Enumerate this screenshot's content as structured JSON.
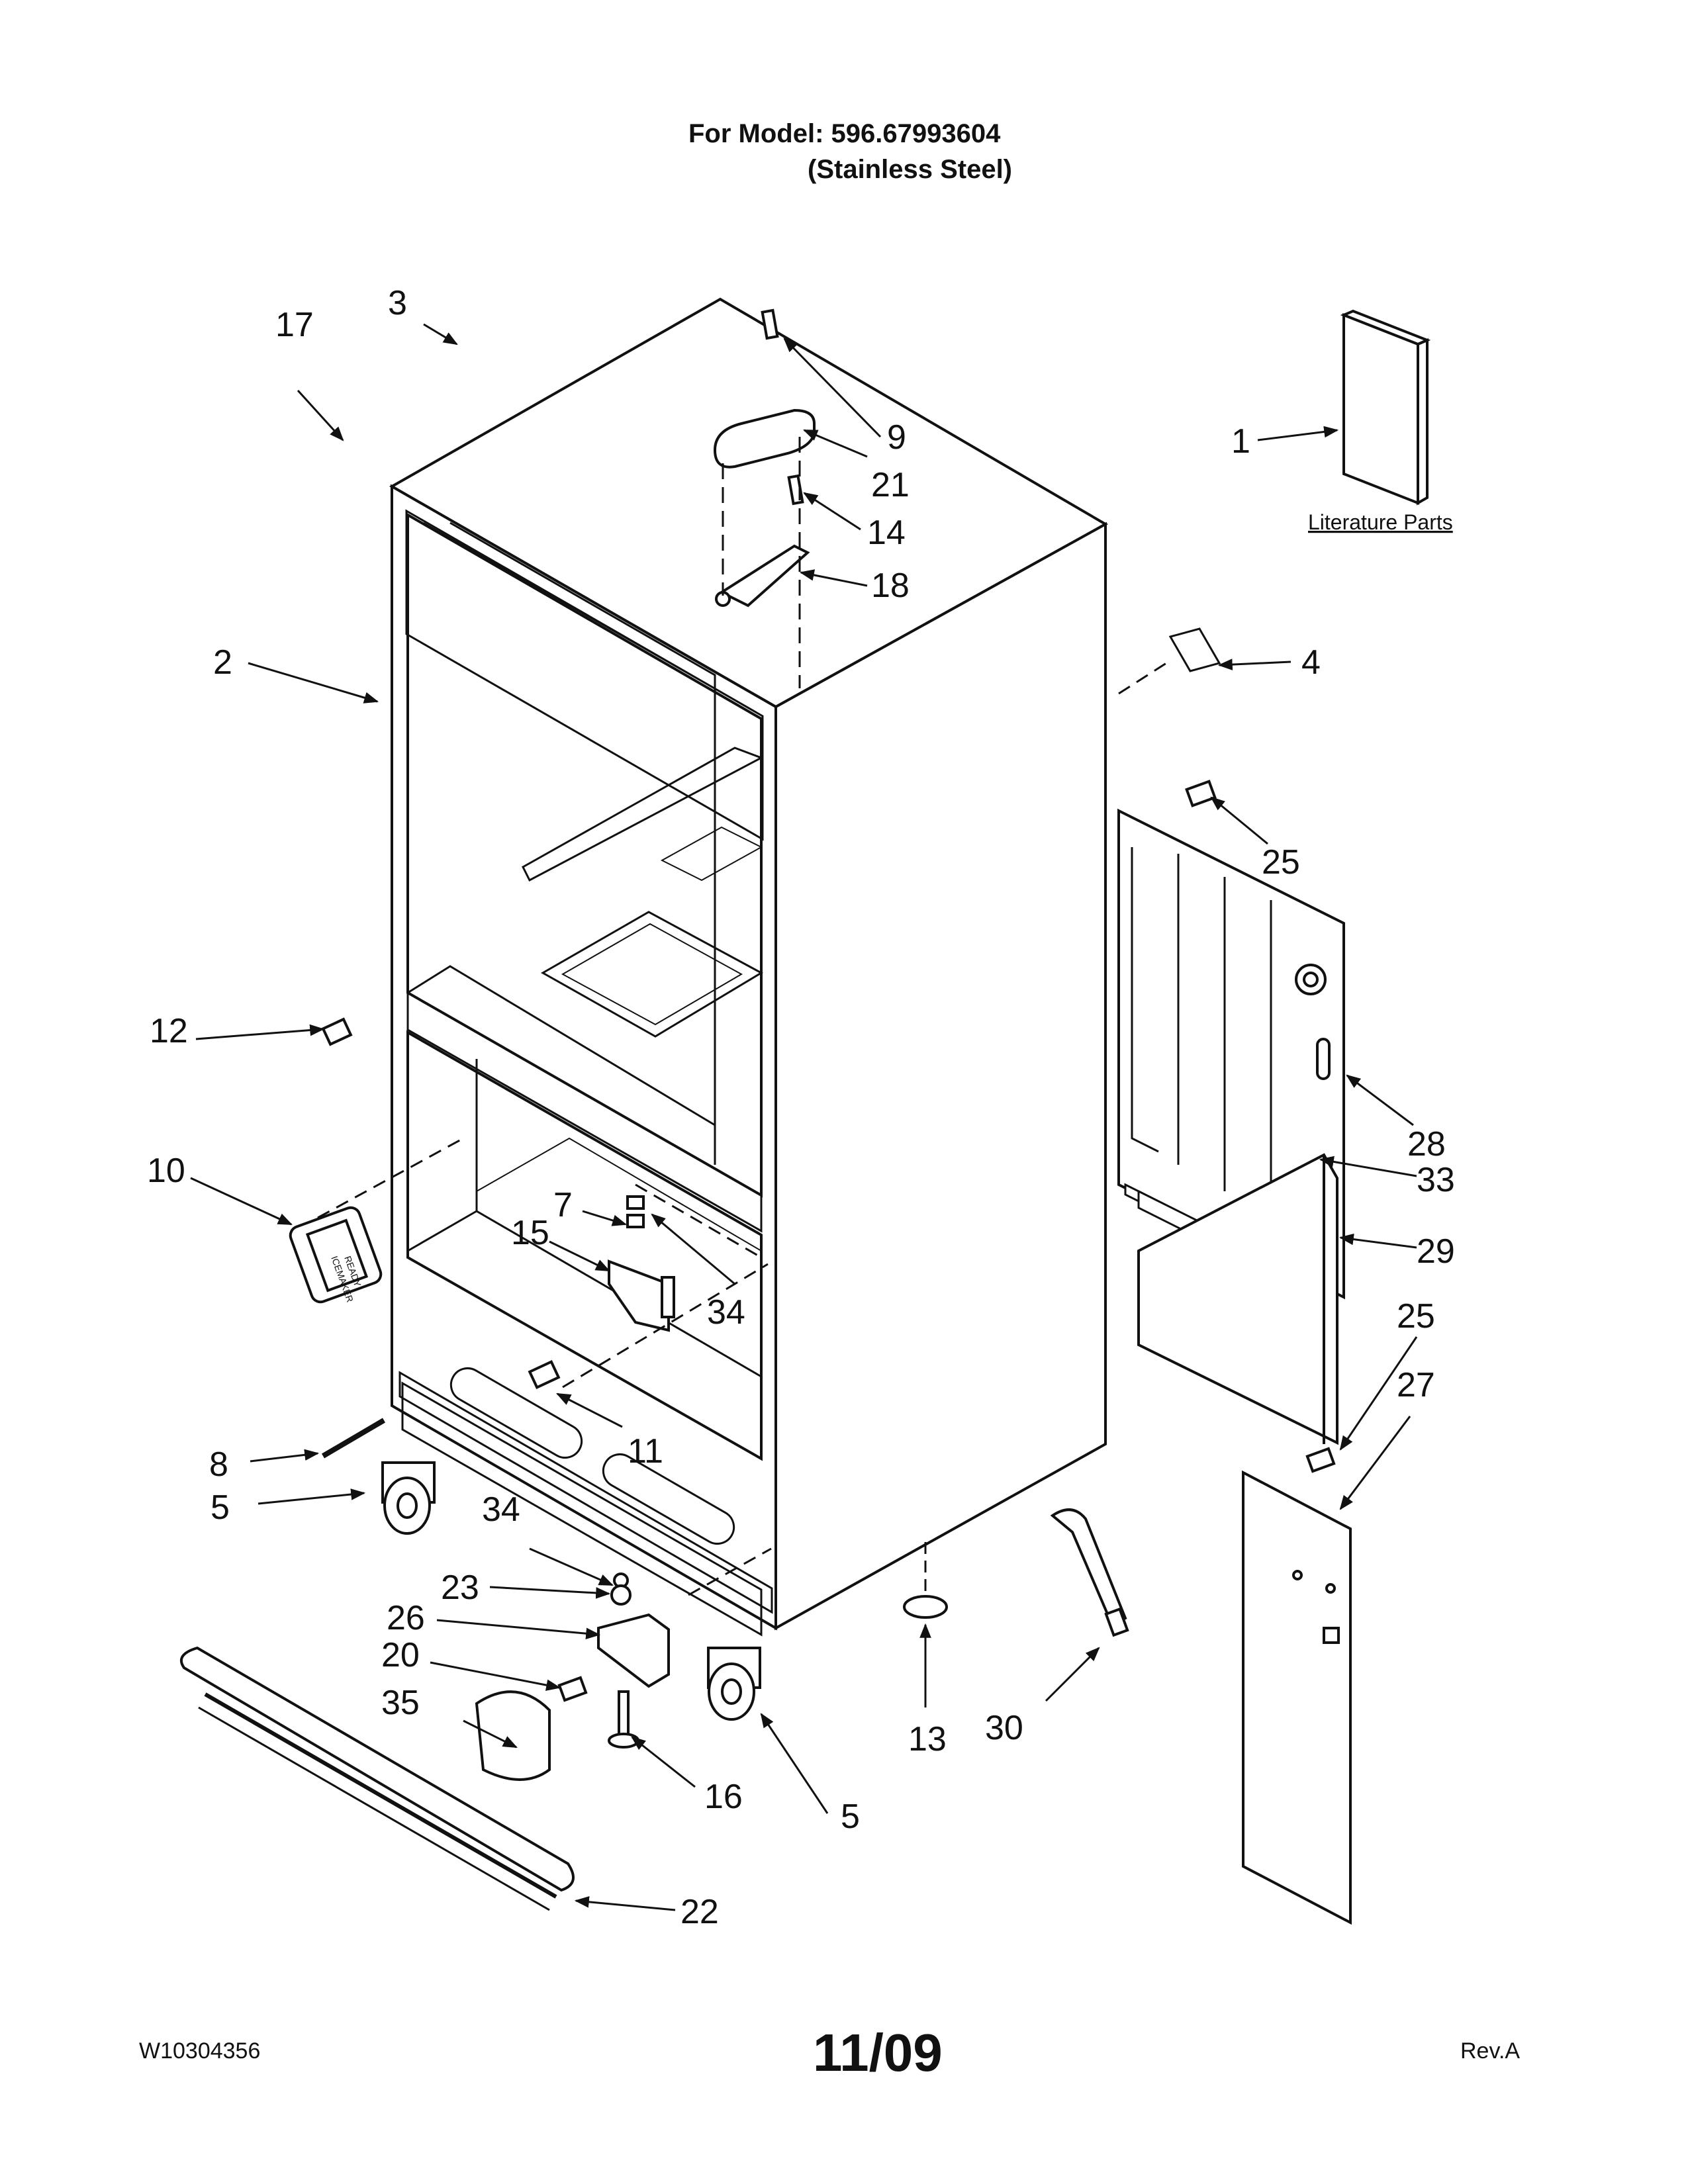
{
  "header": {
    "model_line": "For Model: 596.67993604",
    "finish_line": "(Stainless Steel)"
  },
  "diagram": {
    "literature_label": "Literature Parts",
    "callouts": [
      "1",
      "2",
      "3",
      "4",
      "5",
      "5",
      "7",
      "8",
      "9",
      "10",
      "11",
      "12",
      "13",
      "14",
      "15",
      "16",
      "17",
      "18",
      "20",
      "21",
      "22",
      "23",
      "25",
      "25",
      "26",
      "27",
      "28",
      "29",
      "30",
      "33",
      "34",
      "34",
      "35"
    ],
    "panel_text": [
      "ICEMAKER",
      "READY"
    ]
  },
  "footer": {
    "doc_number": "W10304356",
    "date": "11/09",
    "revision": "Rev.A"
  }
}
